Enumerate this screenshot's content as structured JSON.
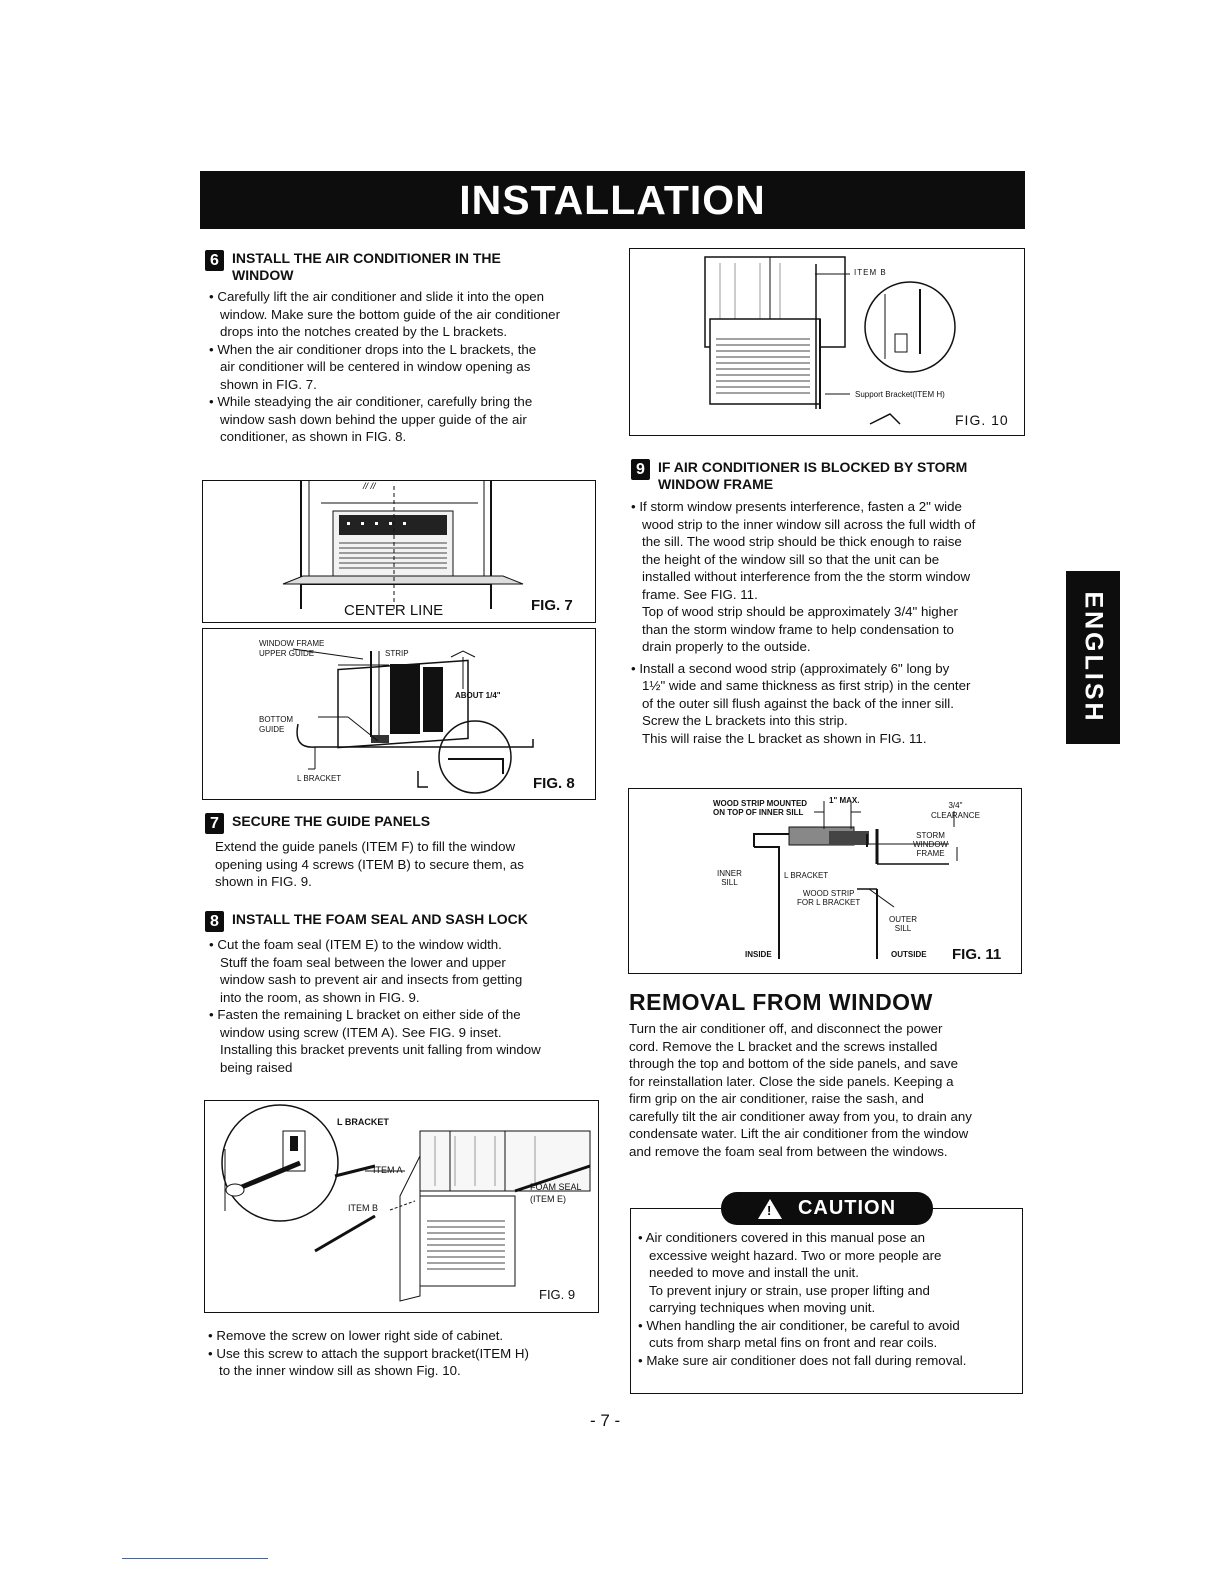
{
  "header": {
    "title": "INSTALLATION"
  },
  "side_tab": {
    "label": "ENGLISH"
  },
  "step6": {
    "number": "6",
    "title_line1": "INSTALL THE AIR CONDITIONER IN THE",
    "title_line2": "WINDOW",
    "bullets": [
      [
        "Carefully lift the air conditioner and slide it into the open",
        "window. Make sure the bottom guide of the air conditioner",
        "drops into the notches created by the L brackets."
      ],
      [
        "When the air conditioner drops into the L brackets, the",
        "air conditioner will be centered in window opening as",
        "shown in FIG. 7."
      ],
      [
        "While steadying the air conditioner, carefully bring the",
        "window sash down behind the upper guide of the air",
        "conditioner, as shown in FIG. 8."
      ]
    ]
  },
  "fig7": {
    "center_line": "CENTER LINE",
    "label": "FIG. 7"
  },
  "fig8": {
    "window_frame": "WINDOW FRAME",
    "upper_guide": "UPPER GUIDE",
    "strip": "STRIP",
    "about": "ABOUT 1/4\"",
    "bottom": "BOTTOM",
    "guide": "GUIDE",
    "l_bracket": "L BRACKET",
    "label": "FIG. 8"
  },
  "step7": {
    "number": "7",
    "title": "SECURE THE GUIDE PANELS",
    "lines": [
      "Extend the guide panels (ITEM F) to fill the window",
      "opening using 4 screws (ITEM B) to secure them, as",
      "shown in FIG. 9."
    ]
  },
  "step8": {
    "number": "8",
    "title": "INSTALL THE FOAM SEAL AND SASH LOCK",
    "bullets": [
      [
        "Cut the foam seal (ITEM E) to the window width.",
        "Stuff the foam seal between the lower and upper",
        "window sash to prevent air and insects from getting",
        "into the room, as shown in FIG. 9."
      ],
      [
        "Fasten the remaining L bracket on either side of the",
        "window using screw (ITEM A). See FIG. 9 inset.",
        "Installing this bracket prevents unit falling from window",
        "being raised"
      ]
    ]
  },
  "fig9": {
    "l_bracket": "L BRACKET",
    "item_a": "ITEM A",
    "item_b": "ITEM B",
    "foam_seal": "FOAM SEAL",
    "item_e": "(ITEM E)",
    "label": "FIG. 9"
  },
  "after_fig9": {
    "bullets": [
      [
        "Remove the screw on lower right side of cabinet."
      ],
      [
        "Use this screw to attach the support bracket(ITEM H)",
        "to the inner window sill as shown Fig. 10."
      ]
    ]
  },
  "fig10": {
    "item_b": "ITEM B",
    "support_bracket": "Support Bracket(ITEM H)",
    "label": "FIG. 10"
  },
  "step9": {
    "number": "9",
    "title_line1": "IF AIR CONDITIONER IS BLOCKED BY STORM",
    "title_line2": "WINDOW FRAME",
    "bullet1": [
      "If storm window presents interference, fasten a 2\" wide",
      "wood strip to the inner window sill across the full width of",
      "the sill. The wood strip should be thick enough to raise",
      "the height of the window sill so that the unit can be",
      "installed without interference from the the storm window",
      "frame. See FIG. 11.",
      "Top of wood strip should be approximately 3/4\" higher",
      "than the storm window frame to help condensation to",
      "drain properly to the outside."
    ],
    "bullet2": [
      "Install a second wood strip (approximately 6\" long by",
      "1½\" wide and same thickness as first strip) in the center",
      "of the outer sill flush against the back of the inner sill.",
      "Screw the L brackets into this strip.",
      "This will raise the L bracket as shown in FIG. 11."
    ]
  },
  "fig11": {
    "wood_strip_mounted": "WOOD STRIP MOUNTED",
    "on_top_of": "ON TOP OF INNER SILL",
    "max": "1\" MAX.",
    "three_quarter": "3/4\"",
    "clearance": "CLEARANCE",
    "storm": "STORM",
    "window": "WINDOW",
    "frame": "FRAME",
    "inner": "INNER",
    "sill": "SILL",
    "l_bracket": "L BRACKET",
    "wood_strip": "WOOD STRIP",
    "for_l_bracket": "FOR L BRACKET",
    "outer": "OUTER",
    "outer_sill": "SILL",
    "inside": "INSIDE",
    "outside": "OUTSIDE",
    "label": "FIG. 11"
  },
  "removal": {
    "title": "REMOVAL FROM WINDOW",
    "lines": [
      "Turn the air conditioner off, and disconnect the power",
      "cord. Remove the L bracket and the screws installed",
      "through the top and bottom of the side panels, and save",
      "for reinstallation later. Close the side panels. Keeping a",
      "firm grip on the air conditioner, raise the sash, and",
      "carefully tilt the air conditioner away from you, to drain any",
      "condensate water. Lift the air conditioner from the window",
      "and remove the foam seal from between the windows."
    ]
  },
  "caution": {
    "title": "CAUTION",
    "bullets": [
      [
        "Air conditioners covered in this manual pose an",
        "excessive weight hazard. Two or more people are",
        "needed to move and install the unit.",
        "To prevent injury or strain, use proper lifting and",
        "carrying techniques when moving unit."
      ],
      [
        "When handling the air conditioner, be careful to avoid",
        "cuts from sharp metal fins on front and rear coils."
      ],
      [
        "Make sure air conditioner does not fall during removal."
      ]
    ]
  },
  "footer": {
    "page_number": "- 7 -"
  }
}
